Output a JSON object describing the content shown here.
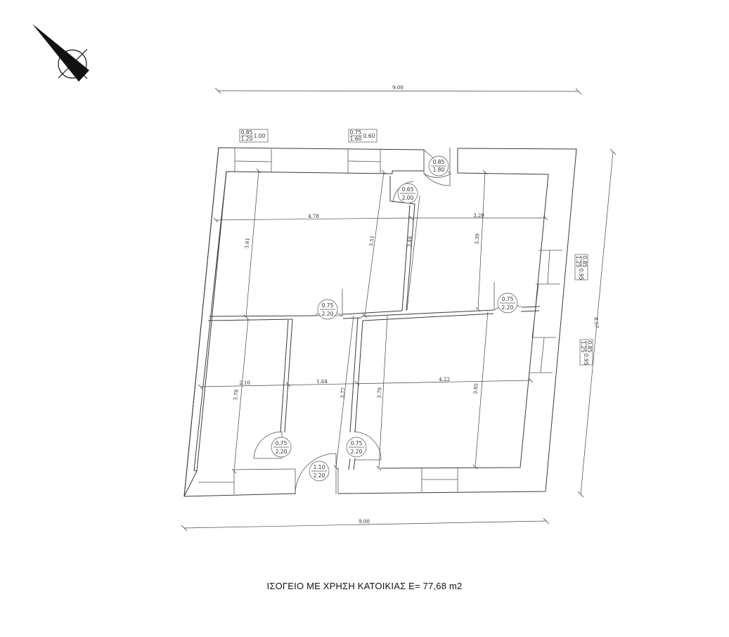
{
  "title": "ΙΣΟΓΕΙΟ ΜΕ ΧΡΗΣΗ ΚΑΤΟΙΚΙΑΣ  Ε= 77,68 m2",
  "north_arrow": "north-arrow-icon",
  "overall_dims": {
    "top": "9.00",
    "bottom": "9.00",
    "right": "8.57"
  },
  "room_dims": {
    "top_left_width": "4.78",
    "top_right_width": "3.29",
    "top_left_height_a": "3.61",
    "top_left_height_b": "3.51",
    "top_right_height_a": "3.48",
    "top_right_height_b": "3.39",
    "bottom_w1": "2.10",
    "bottom_w2": "1.64",
    "bottom_w3": "4.22",
    "bottom_h1": "3.78",
    "bottom_h2": "3.77",
    "bottom_h3": "3.79",
    "bottom_h4": "3.85"
  },
  "windows": [
    {
      "a": "0.85",
      "b": "1.20",
      "c": "1.00"
    },
    {
      "a": "0.75",
      "b": "1.60",
      "c": "0.60"
    },
    {
      "a": "0.85",
      "b": "1.25",
      "c": "0.95"
    },
    {
      "a": "0.85",
      "b": "1.25",
      "c": "0.95"
    }
  ],
  "doors": [
    {
      "w": "0.85",
      "h": "1.80"
    },
    {
      "w": "0.65",
      "h": "2.00"
    },
    {
      "w": "0.75",
      "h": "2.20"
    },
    {
      "w": "0.75",
      "h": "2.20"
    },
    {
      "w": "0.75",
      "h": "2.20"
    },
    {
      "w": "0.75",
      "h": "2.20"
    },
    {
      "w": "1.10",
      "h": "2.20"
    }
  ]
}
